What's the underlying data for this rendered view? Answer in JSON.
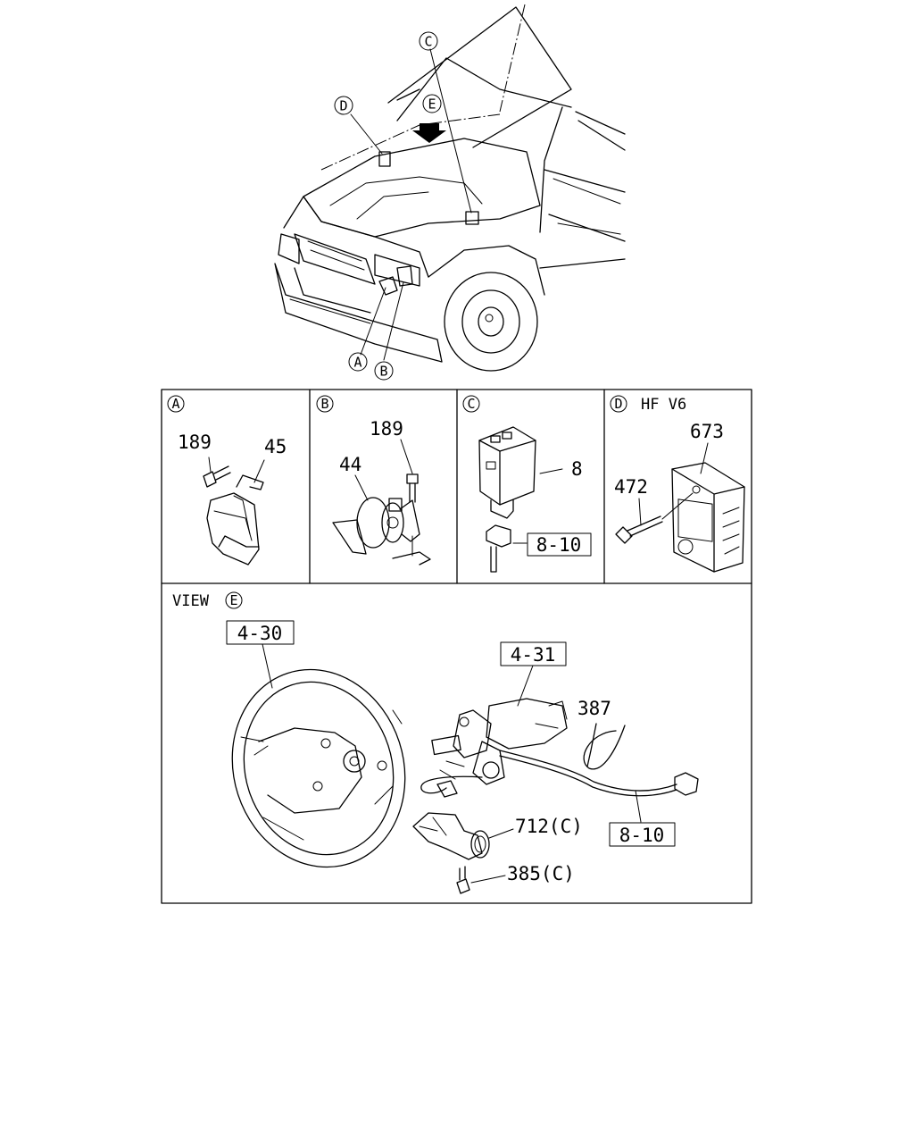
{
  "overview": {
    "callouts": {
      "A": "A",
      "B": "B",
      "C": "C",
      "D": "D",
      "E": "E"
    }
  },
  "panels": {
    "A": {
      "letter": "A",
      "parts": [
        "189",
        "45"
      ]
    },
    "B": {
      "letter": "B",
      "parts": [
        "189",
        "44"
      ]
    },
    "C": {
      "letter": "C",
      "parts": [
        "8"
      ],
      "ref_box": "8-10"
    },
    "D": {
      "letter": "D",
      "header_suffix": "HF V6",
      "parts": [
        "673",
        "472"
      ]
    }
  },
  "view_e": {
    "title_prefix": "VIEW",
    "letter": "E",
    "ref_boxes": [
      "4-30",
      "4-31",
      "8-10"
    ],
    "parts": [
      "387",
      "712(C)",
      "385(C)"
    ]
  }
}
